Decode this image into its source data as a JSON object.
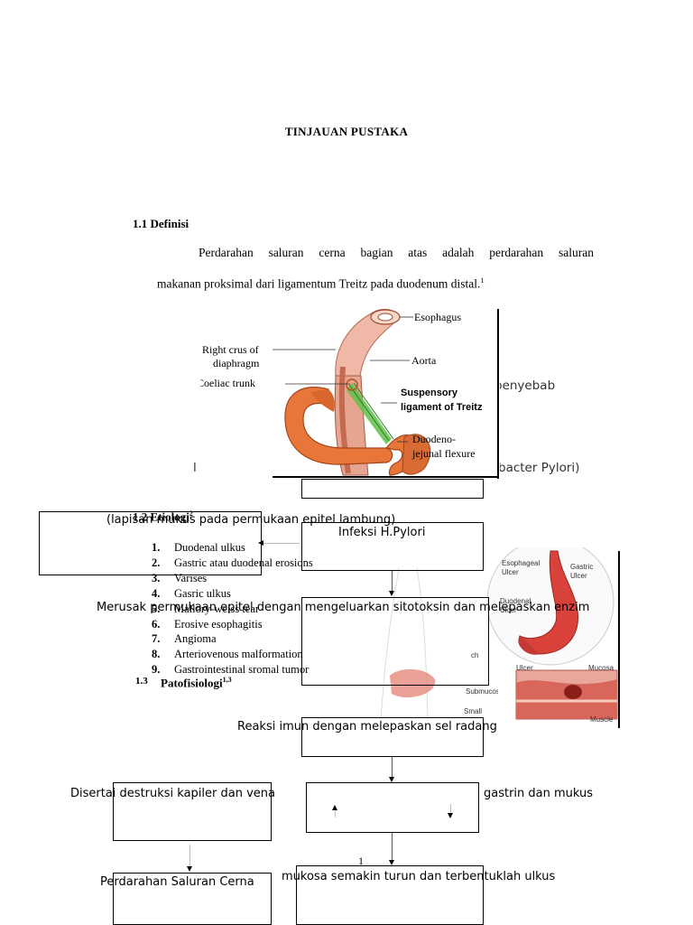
{
  "doc_title": "TINJAUAN PUSTAKA",
  "section_1_1": {
    "heading": "1.1 Definisi",
    "line1": "Perdarahan saluran cerna bagian atas adalah perdarahan saluran",
    "line2": "makanan proksimal dari ligamentum Treitz pada duodenum distal.",
    "line2_sup": "1"
  },
  "anatomy_figure": {
    "labels": {
      "esophagus": "Esophagus",
      "right_crus": "Right crus of",
      "diaphragm": "diaphragm",
      "aorta": "Aorta",
      "coeliac": "Coeliac trunk",
      "suspensory1": "Suspensory",
      "suspensory2": "ligament of Treitz",
      "duodeno1": "Duodeno-",
      "duodeno2": "jejunal flexure"
    }
  },
  "overlay_fragments": {
    "penyebab": "penyebab",
    "bacter": "bacter Pylori)",
    "l_char": "l"
  },
  "section_1_2": {
    "heading": "1.2 Etiologi",
    "heading_sup": "2",
    "items": [
      {
        "num": "1.",
        "text": "Duodenal ulkus"
      },
      {
        "num": "2.",
        "text": "Gastric atau duodenal erosions"
      },
      {
        "num": "3.",
        "text": "Varises"
      },
      {
        "num": "4.",
        "text": "Gasric ulkus"
      },
      {
        "num": "5.",
        "text": "Mallory-weiss tear"
      },
      {
        "num": "6.",
        "text": "Erosive esophagitis"
      },
      {
        "num": "7.",
        "text": "Angioma"
      },
      {
        "num": "8.",
        "text": "Arteriovenous malformation"
      },
      {
        "num": "9.",
        "text": "Gastrointestinal sromal tumor"
      }
    ]
  },
  "section_1_3": {
    "num": "1.3",
    "heading": "Patofisiologi",
    "heading_sup": "1,3"
  },
  "flow": {
    "mukus_text": "(lapisan mukus pada permukaan epitel lambung)",
    "infeksi": "Infeksi H.Pylori",
    "merusak": "Merusak permukaan epitel dengan mengeluarkan sitotoksin dan melepaskan enzim",
    "reaksi": "Reaksi imun dengan melepaskan sel radang",
    "destruksi": "Disertai destruksi kapiler dan vena",
    "gastrin": "gastrin dan mukus",
    "perdarahan": "Perdarahan Saluran Cerna",
    "mukosa": "mukosa semakin turun dan terbentuklah ulkus"
  },
  "stomach_figure": {
    "labels": {
      "esophageal": "Esophageal",
      "ulcer1": "Ulcer",
      "gastric": "Gastric",
      "ulcer2": "Ulcer",
      "duodenal": "Duodenal",
      "ulcer3": "Ulcer",
      "ulcer4": "Ulcer",
      "mucosa": "Mucosa",
      "submucosa": "Submucosa",
      "muscle": "Muscle",
      "small": "Small",
      "ch": "ch"
    }
  },
  "page_number": "1",
  "colors": {
    "organ": "#e8763a",
    "organ_dark": "#c2541d",
    "stomach_red": "#d9423a",
    "ligament_green": "#5fbf4a"
  }
}
